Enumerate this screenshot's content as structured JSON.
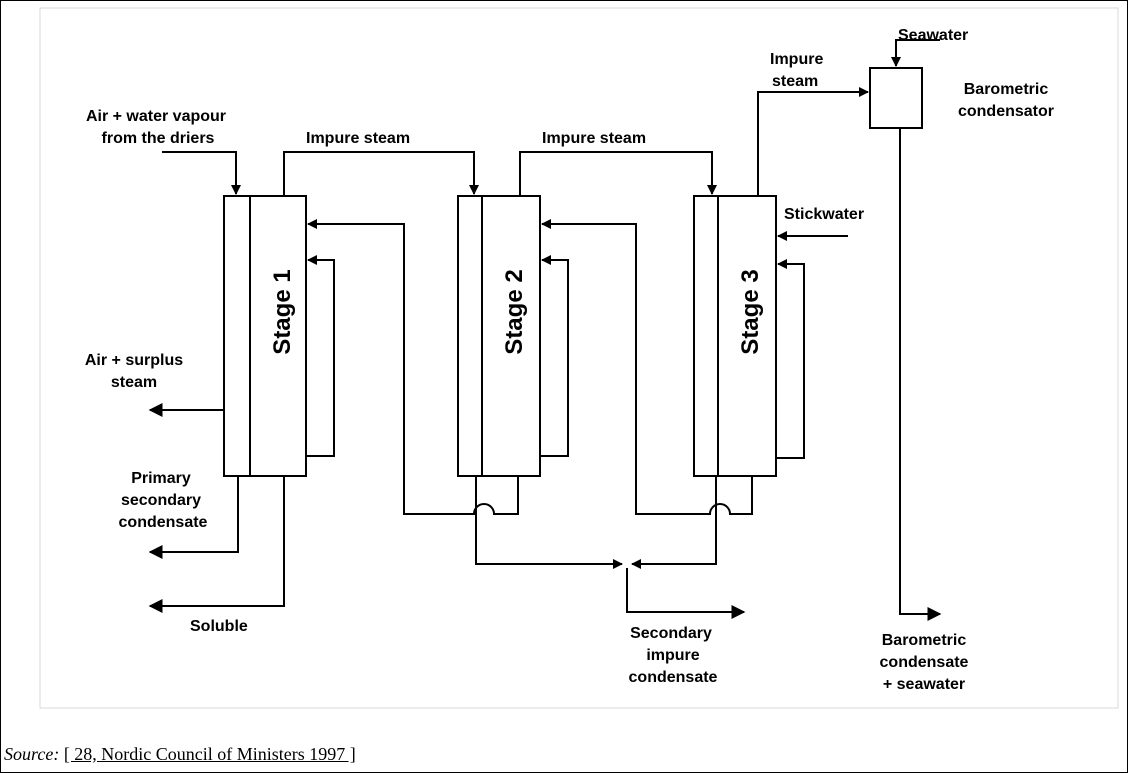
{
  "diagram": {
    "stages": [
      "Stage 1",
      "Stage 2",
      "Stage 3"
    ],
    "labels": {
      "air_water_vapour_line1": "Air + water vapour",
      "air_water_vapour_line2": "from the driers",
      "impure_steam_1": "Impure steam",
      "impure_steam_2": "Impure steam",
      "impure_steam_3_line1": "Impure",
      "impure_steam_3_line2": "steam",
      "seawater": "Seawater",
      "barometric_condensator_line1": "Barometric",
      "barometric_condensator_line2": "condensator",
      "stickwater": "Stickwater",
      "air_surplus_line1": "Air + surplus",
      "air_surplus_line2": "steam",
      "primary_condensate_line1": "Primary",
      "primary_condensate_line2": "secondary",
      "primary_condensate_line3": "condensate",
      "soluble": "Soluble",
      "secondary_impure_line1": "Secondary",
      "secondary_impure_line2": "impure",
      "secondary_impure_line3": "condensate",
      "barometric_condensate_line1": "Barometric",
      "barometric_condensate_line2": "condensate",
      "barometric_condensate_line3": "+ seawater"
    }
  },
  "source": {
    "label": "Source:",
    "reference": "[ 28, Nordic Council of Ministers 1997 ]"
  }
}
